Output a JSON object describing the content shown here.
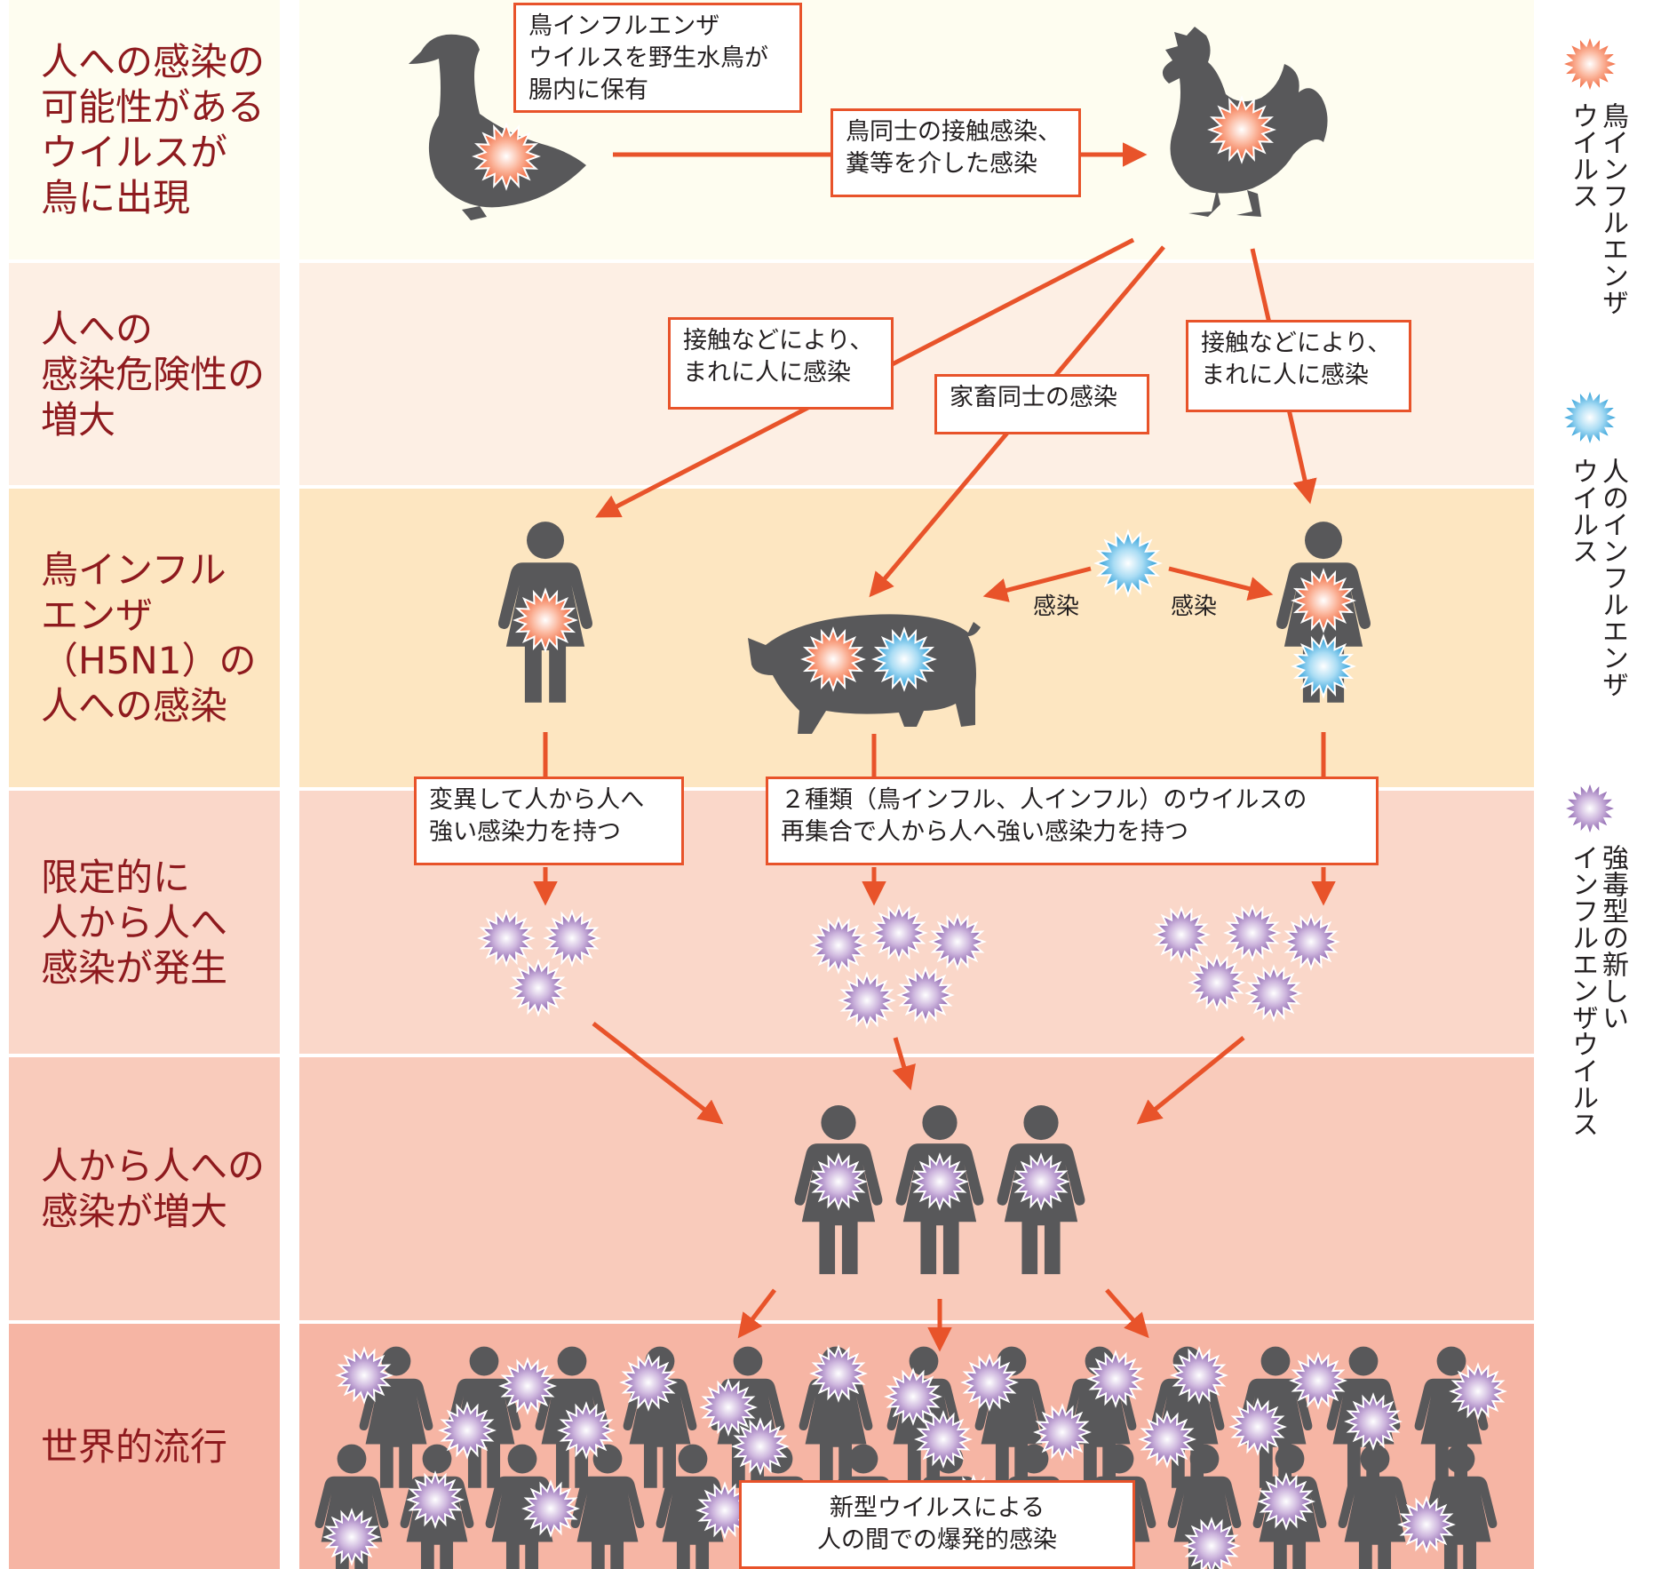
{
  "colors": {
    "band1": "#fefdf0",
    "band2": "#fdefe4",
    "band3": "#fde6c1",
    "band4": "#fad7c9",
    "band5": "#f9cbbb",
    "band6": "#f6b5a4",
    "label_text": "#8e1a1e",
    "arrow": "#e8532a",
    "silhouette": "#58585a",
    "avian_virus": "#f37852",
    "human_virus": "#33a5dc",
    "new_virus": "#9b74b6"
  },
  "stages": [
    {
      "label": "人への感染の\n可能性がある\nウイルスが\n鳥に出現"
    },
    {
      "label": "人への\n感染危険性の\n増大"
    },
    {
      "label": "鳥インフル\nエンザ\n（H5N1）の\n人への感染"
    },
    {
      "label": "限定的に\n人から人へ\n感染が発生"
    },
    {
      "label": "人から人への\n感染が増大"
    },
    {
      "label": "世界的流行"
    }
  ],
  "boxes": {
    "wild_bird": "鳥インフルエンザ\nウイルスを野生水鳥が\n腸内に保有",
    "bird_contact": "鳥同士の接触感染、\n糞等を介した感染",
    "contact_left": "接触などにより、\nまれに人に感染",
    "livestock": "家畜同士の感染",
    "contact_right": "接触などにより、\nまれに人に感染",
    "mutation": "変異して人から人へ\n強い感染力を持つ",
    "reassortment": "２種類（鳥インフル、人インフル）のウイルスの\n再集合で人から人へ強い感染力を持つ",
    "outbreak": "新型ウイルスによる\n人の間での爆発的感染"
  },
  "infection_labels": {
    "left": "感染",
    "right": "感染"
  },
  "legend": [
    {
      "icon": "avian-virus-icon",
      "text": "鳥インフルエンザ\nウイルス"
    },
    {
      "icon": "human-virus-icon",
      "text": "人のインフルエンザ\nウイルス"
    },
    {
      "icon": "new-virus-icon",
      "text": "強毒型の新しい\nインフルエンザウイルス"
    }
  ]
}
